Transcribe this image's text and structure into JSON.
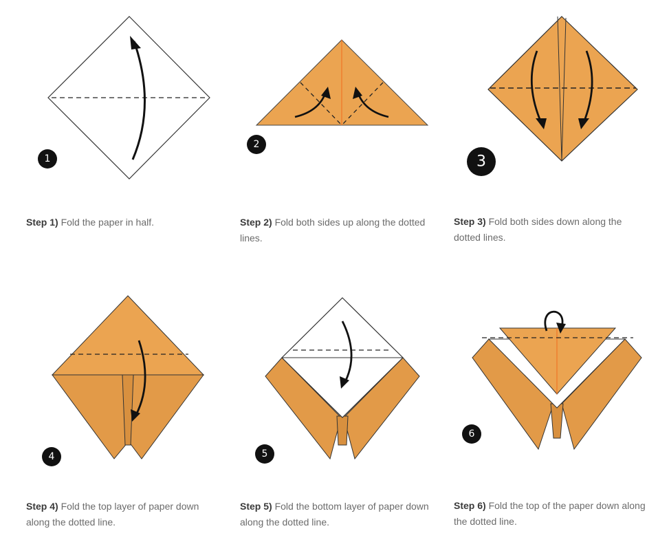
{
  "colors": {
    "paper_orange": "#eba451",
    "paper_orange_dark": "#e29a48",
    "fold_line": "#ef7b2c",
    "outline": "#1a1a1a",
    "badge": "#111111",
    "caption_text": "#6b6b6b",
    "caption_label": "#3a3a3a"
  },
  "steps": [
    {
      "number": "1",
      "label": "Step 1)",
      "text": "Fold the paper in half."
    },
    {
      "number": "2",
      "label": "Step 2)",
      "text": "Fold both sides up along the dotted lines."
    },
    {
      "number": "3",
      "label": "Step 3)",
      "text": "Fold both sides down along the dotted lines."
    },
    {
      "number": "4",
      "label": "Step 4)",
      "text": "Fold the top layer of paper down along the dotted line."
    },
    {
      "number": "5",
      "label": "Step 5)",
      "text": "Fold the bottom layer of paper down along the dotted line."
    },
    {
      "number": "6",
      "label": "Step 6)",
      "text": "Fold the top of the paper down along the dotted line."
    }
  ]
}
